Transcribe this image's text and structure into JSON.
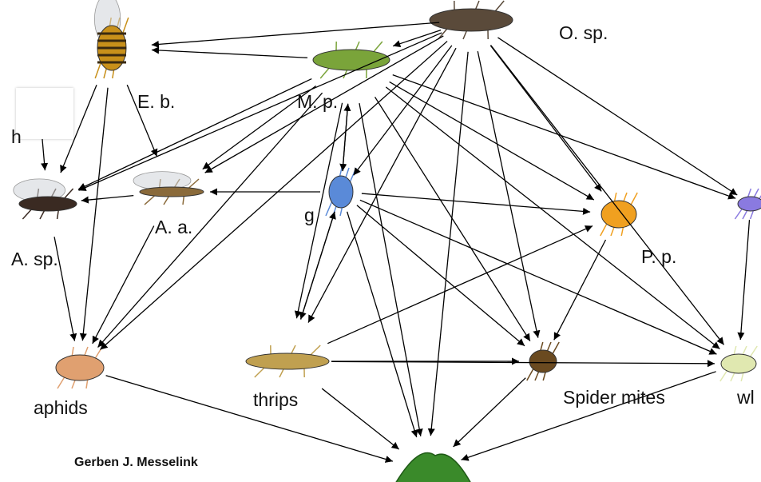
{
  "credit": "Gerben J. Messelink",
  "nodes": {
    "osp": {
      "label": "O. sp.",
      "icon": "predatory-bug-icon",
      "color": "#5a4a3a"
    },
    "eb": {
      "label": "E. b.",
      "icon": "hoverfly-icon",
      "color": "#c8901a"
    },
    "mp": {
      "label": "M. p.",
      "icon": "mirid-bug-icon",
      "color": "#7aa43a"
    },
    "h": {
      "label": "h",
      "icon": "parasitoid-wasp-icon",
      "color": "#3a2a22"
    },
    "asp": {
      "label": "A. sp.",
      "icon": "wasp-icon",
      "color": "#3a2a22"
    },
    "aa": {
      "label": "A. a.",
      "icon": "gall-midge-icon",
      "color": "#8a6a3a"
    },
    "g": {
      "label": "g",
      "icon": "blue-mite-icon",
      "color": "#5a8ad8"
    },
    "pp": {
      "label": "P. p.",
      "icon": "orange-mite-icon",
      "color": "#f0a020"
    },
    "w": {
      "label": "",
      "icon": "purple-insect-icon",
      "color": "#8a7ae0"
    },
    "aphids": {
      "label": "aphids",
      "icon": "aphid-icon",
      "color": "#e0a070"
    },
    "thrips": {
      "label": "thrips",
      "icon": "thrips-icon",
      "color": "#c0a050"
    },
    "sm": {
      "label": "Spider mites",
      "icon": "spider-mite-icon",
      "color": "#6a4a20"
    },
    "wf": {
      "label": "wl",
      "icon": "whitefly-icon",
      "color": "#e0e8b0"
    },
    "plant": {
      "label": "",
      "icon": "plant-leaf-icon",
      "color": "#3a8a2a"
    }
  },
  "links": [
    [
      "osp",
      "eb"
    ],
    [
      "osp",
      "mp"
    ],
    [
      "osp",
      "asp"
    ],
    [
      "osp",
      "aa"
    ],
    [
      "osp",
      "g"
    ],
    [
      "osp",
      "aphids"
    ],
    [
      "osp",
      "thrips"
    ],
    [
      "osp",
      "sm"
    ],
    [
      "osp",
      "pp"
    ],
    [
      "osp",
      "w"
    ],
    [
      "osp",
      "wf"
    ],
    [
      "osp",
      "plant"
    ],
    [
      "eb",
      "aphids"
    ],
    [
      "eb",
      "asp"
    ],
    [
      "eb",
      "aa"
    ],
    [
      "mp",
      "eb"
    ],
    [
      "mp",
      "g"
    ],
    [
      "mp",
      "aa"
    ],
    [
      "mp",
      "asp"
    ],
    [
      "mp",
      "aphids"
    ],
    [
      "mp",
      "thrips"
    ],
    [
      "mp",
      "pp"
    ],
    [
      "mp",
      "sm"
    ],
    [
      "mp",
      "wf"
    ],
    [
      "mp",
      "plant"
    ],
    [
      "mp",
      "w"
    ],
    [
      "h",
      "asp"
    ],
    [
      "asp",
      "aphids"
    ],
    [
      "aa",
      "asp"
    ],
    [
      "aa",
      "aphids"
    ],
    [
      "g",
      "aa"
    ],
    [
      "g",
      "mp"
    ],
    [
      "g",
      "pp"
    ],
    [
      "g",
      "thrips"
    ],
    [
      "g",
      "sm"
    ],
    [
      "g",
      "wf"
    ],
    [
      "g",
      "plant"
    ],
    [
      "thrips",
      "g"
    ],
    [
      "thrips",
      "pp"
    ],
    [
      "thrips",
      "sm"
    ],
    [
      "thrips",
      "wf"
    ],
    [
      "thrips",
      "plant"
    ],
    [
      "pp",
      "sm"
    ],
    [
      "w",
      "wf"
    ],
    [
      "aphids",
      "plant"
    ],
    [
      "sm",
      "plant"
    ],
    [
      "wf",
      "plant"
    ]
  ]
}
